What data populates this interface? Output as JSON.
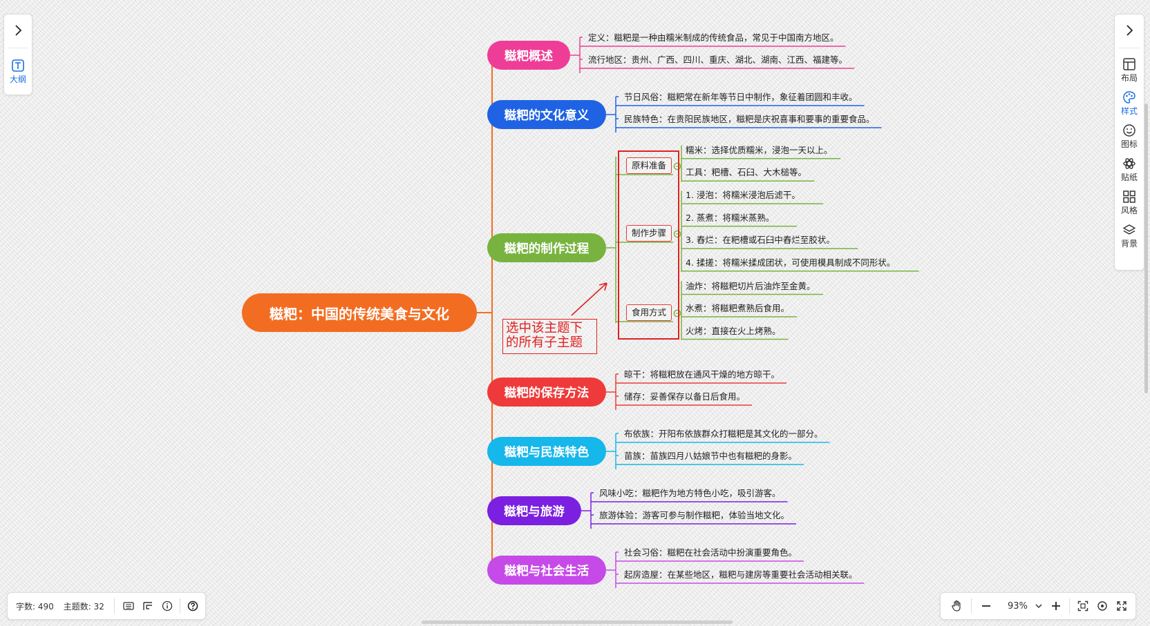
{
  "sidebar_left": {
    "collapse_icon": "chevron-right-icon",
    "outline_label": "大纲",
    "outline_icon": "text-box-icon"
  },
  "sidebar_right": {
    "collapse_icon": "chevron-right-icon",
    "tools": [
      {
        "label": "布局",
        "icon": "layout-icon",
        "active": false
      },
      {
        "label": "样式",
        "icon": "palette-icon",
        "active": true
      },
      {
        "label": "图标",
        "icon": "smiley-icon",
        "active": false
      },
      {
        "label": "贴纸",
        "icon": "sticker-icon",
        "active": false
      },
      {
        "label": "风格",
        "icon": "grid-style-icon",
        "active": false
      },
      {
        "label": "背景",
        "icon": "layers-icon",
        "active": false
      }
    ]
  },
  "colors": {
    "root": "#f26d22",
    "accent_blue": "#1a6fe0",
    "annotation_red": "#e02020"
  },
  "mindmap": {
    "root": {
      "text": "糍粑：中国的传统美食与文化",
      "color": "#f26d22"
    },
    "topics": [
      {
        "text": "糍粑概述",
        "color": "#ee3d96",
        "leaves": [
          "定义：糍粑是一种由糯米制成的传统食品，常见于中国南方地区。",
          "流行地区：贵州、广西、四川、重庆、湖北、湖南、江西、福建等。"
        ]
      },
      {
        "text": "糍粑的文化意义",
        "color": "#1f63e4",
        "leaves": [
          "节日风俗：糍粑常在新年等节日中制作，象征着团圆和丰收。",
          "民族特色：在贵阳民族地区，糍粑是庆祝喜事和要事的重要食品。"
        ]
      },
      {
        "text": "糍粑的制作过程",
        "color": "#78b33f",
        "subtopics": [
          {
            "text": "原料准备",
            "leaves": [
              "糯米：选择优质糯米，浸泡一天以上。",
              "工具：粑槽、石臼、大木槌等。"
            ]
          },
          {
            "text": "制作步骤",
            "leaves": [
              "1. 浸泡：将糯米浸泡后滤干。",
              "2. 蒸煮：将糯米蒸熟。",
              "3. 舂烂：在粑槽或石臼中舂烂至胶状。",
              "4. 揉搓：将糯米揉成团状，可使用模具制成不同形状。"
            ]
          },
          {
            "text": "食用方式",
            "leaves": [
              "油炸：将糍粑切片后油炸至金黄。",
              "水煮：将糍粑煮熟后食用。",
              "火烤：直接在火上烤熟。"
            ]
          }
        ]
      },
      {
        "text": "糍粑的保存方法",
        "color": "#ee3a3a",
        "leaves": [
          "晾干：将糍粑放在通风干燥的地方晾干。",
          "储存：妥善保存以备日后食用。"
        ]
      },
      {
        "text": "糍粑与民族特色",
        "color": "#16b7ea",
        "leaves": [
          "布依族：开阳布依族群众打糍粑是其文化的一部分。",
          "苗族：苗族四月八姑娘节中也有糍粑的身影。"
        ]
      },
      {
        "text": "糍粑与旅游",
        "color": "#7b1fe0",
        "leaves": [
          "风味小吃：糍粑作为地方特色小吃，吸引游客。",
          "旅游体验：游客可参与制作糍粑，体验当地文化。"
        ]
      },
      {
        "text": "糍粑与社会生活",
        "color": "#c64ae8",
        "leaves": [
          "社会习俗：糍粑在社会活动中扮演重要角色。",
          "起房造屋：在某些地区，糍粑与建房等重要社会活动相关联。"
        ]
      }
    ]
  },
  "annotation": {
    "line1": "选中该主题下",
    "line2": "的所有子主题"
  },
  "status_bar": {
    "word_count": "字数: 490",
    "topic_count": "主题数: 32"
  },
  "zoom_bar": {
    "zoom": "93%"
  }
}
